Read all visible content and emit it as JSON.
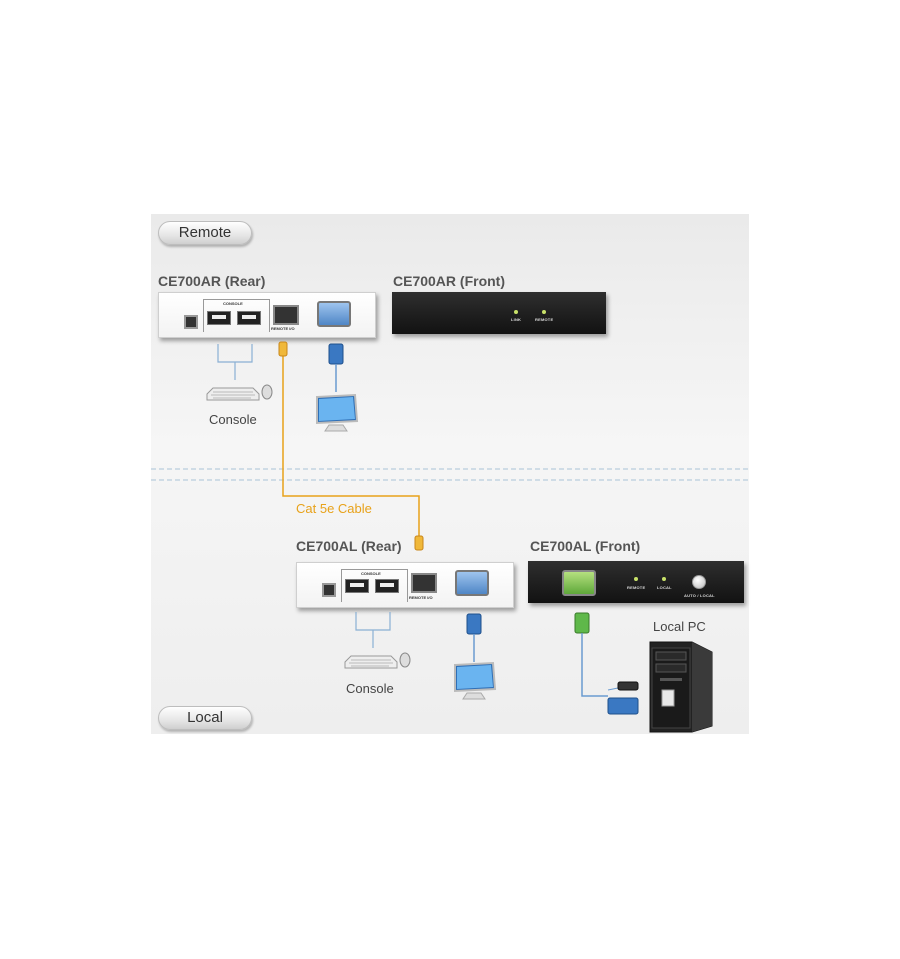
{
  "sections": {
    "remote": "Remote",
    "local": "Local"
  },
  "devices": {
    "ar_rear": "CE700AR (Rear)",
    "ar_front": "CE700AR (Front)",
    "al_rear": "CE700AL (Rear)",
    "al_front": "CE700AL (Front)"
  },
  "labels": {
    "console_top": "Console",
    "console_bottom": "Console",
    "cable": "Cat 5e Cable",
    "local_pc": "Local PC"
  },
  "panel_text": {
    "console": "CONSOLE",
    "remote_io": "REMOTE I/O",
    "link": "LINK",
    "remote": "REMOTE",
    "local": "LOCAL",
    "auto_local": "AUTO / LOCAL"
  },
  "colors": {
    "cable": "#e8a21a",
    "divider": "#a9c3d6",
    "vga": "#4f86c6",
    "front": "#1d1d1d"
  }
}
